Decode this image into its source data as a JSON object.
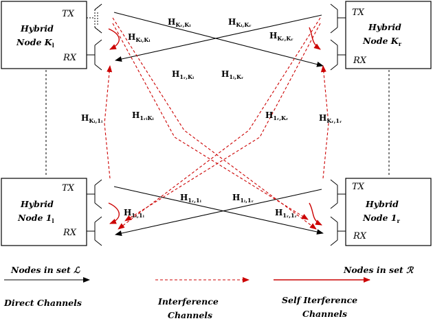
{
  "nodes": {
    "top_left": {
      "line1": "Hybrid",
      "line2": "Node K",
      "sub": "l",
      "tx": "TX",
      "rx": "RX"
    },
    "top_right": {
      "line1": "Hybrid",
      "line2": "Node K",
      "sub": "r",
      "tx": "TX",
      "rx": "RX"
    },
    "bottom_left": {
      "line1": "Hybrid",
      "line2": "Node 1",
      "sub": "l",
      "tx": "TX",
      "rx": "RX"
    },
    "bottom_right": {
      "line1": "Hybrid",
      "line2": "Node 1",
      "sub": "r",
      "tx": "TX",
      "rx": "RX"
    }
  },
  "channels": {
    "h_kr_kl": {
      "main": "H",
      "sub": "Kᵣ,Kₗ"
    },
    "h_kl_kr": {
      "main": "H",
      "sub": "Kₗ,Kᵣ"
    },
    "h_kl_kl": {
      "main": "H",
      "sub": "Kₗ,Kₗ"
    },
    "h_kr_kr": {
      "main": "H",
      "sub": "Kᵣ,Kᵣ"
    },
    "h_1r_kl": {
      "main": "H",
      "sub": "1ᵣ,Kₗ"
    },
    "h_1l_kr": {
      "main": "H",
      "sub": "1ₗ,Kᵣ"
    },
    "h_kl_1l": {
      "main": "H",
      "sub": "Kₗ,1ₗ"
    },
    "h_1rl_kl": {
      "main": "H",
      "sub": "1ᵣₗKₗ"
    },
    "h_1r_kr": {
      "main": "H",
      "sub": "1ᵣ,Kᵣ"
    },
    "h_kr_1r": {
      "main": "H",
      "sub": "Kᵣ,1ᵣ"
    },
    "h_1r_1l": {
      "main": "H",
      "sub": "1ᵣ,1ₗ"
    },
    "h_1l_1r": {
      "main": "H",
      "sub": "1ₗ,1ᵣ"
    },
    "h_1l_1l": {
      "main": "H",
      "sub": "1ₗ,1ₗ"
    },
    "h_1r_1r": {
      "main": "H",
      "sub": "1ᵣ,1ᵣ"
    }
  },
  "sets": {
    "left": "Nodes in set ℒ",
    "right": "Nodes in set ℛ"
  },
  "legend": {
    "direct": "Direct Channels",
    "interference_1": "Interference",
    "interference_2": "Channels",
    "self_1": "Self Iterference",
    "self_2": "Channels"
  },
  "colors": {
    "direct": "#000000",
    "interference": "#cc0000"
  }
}
